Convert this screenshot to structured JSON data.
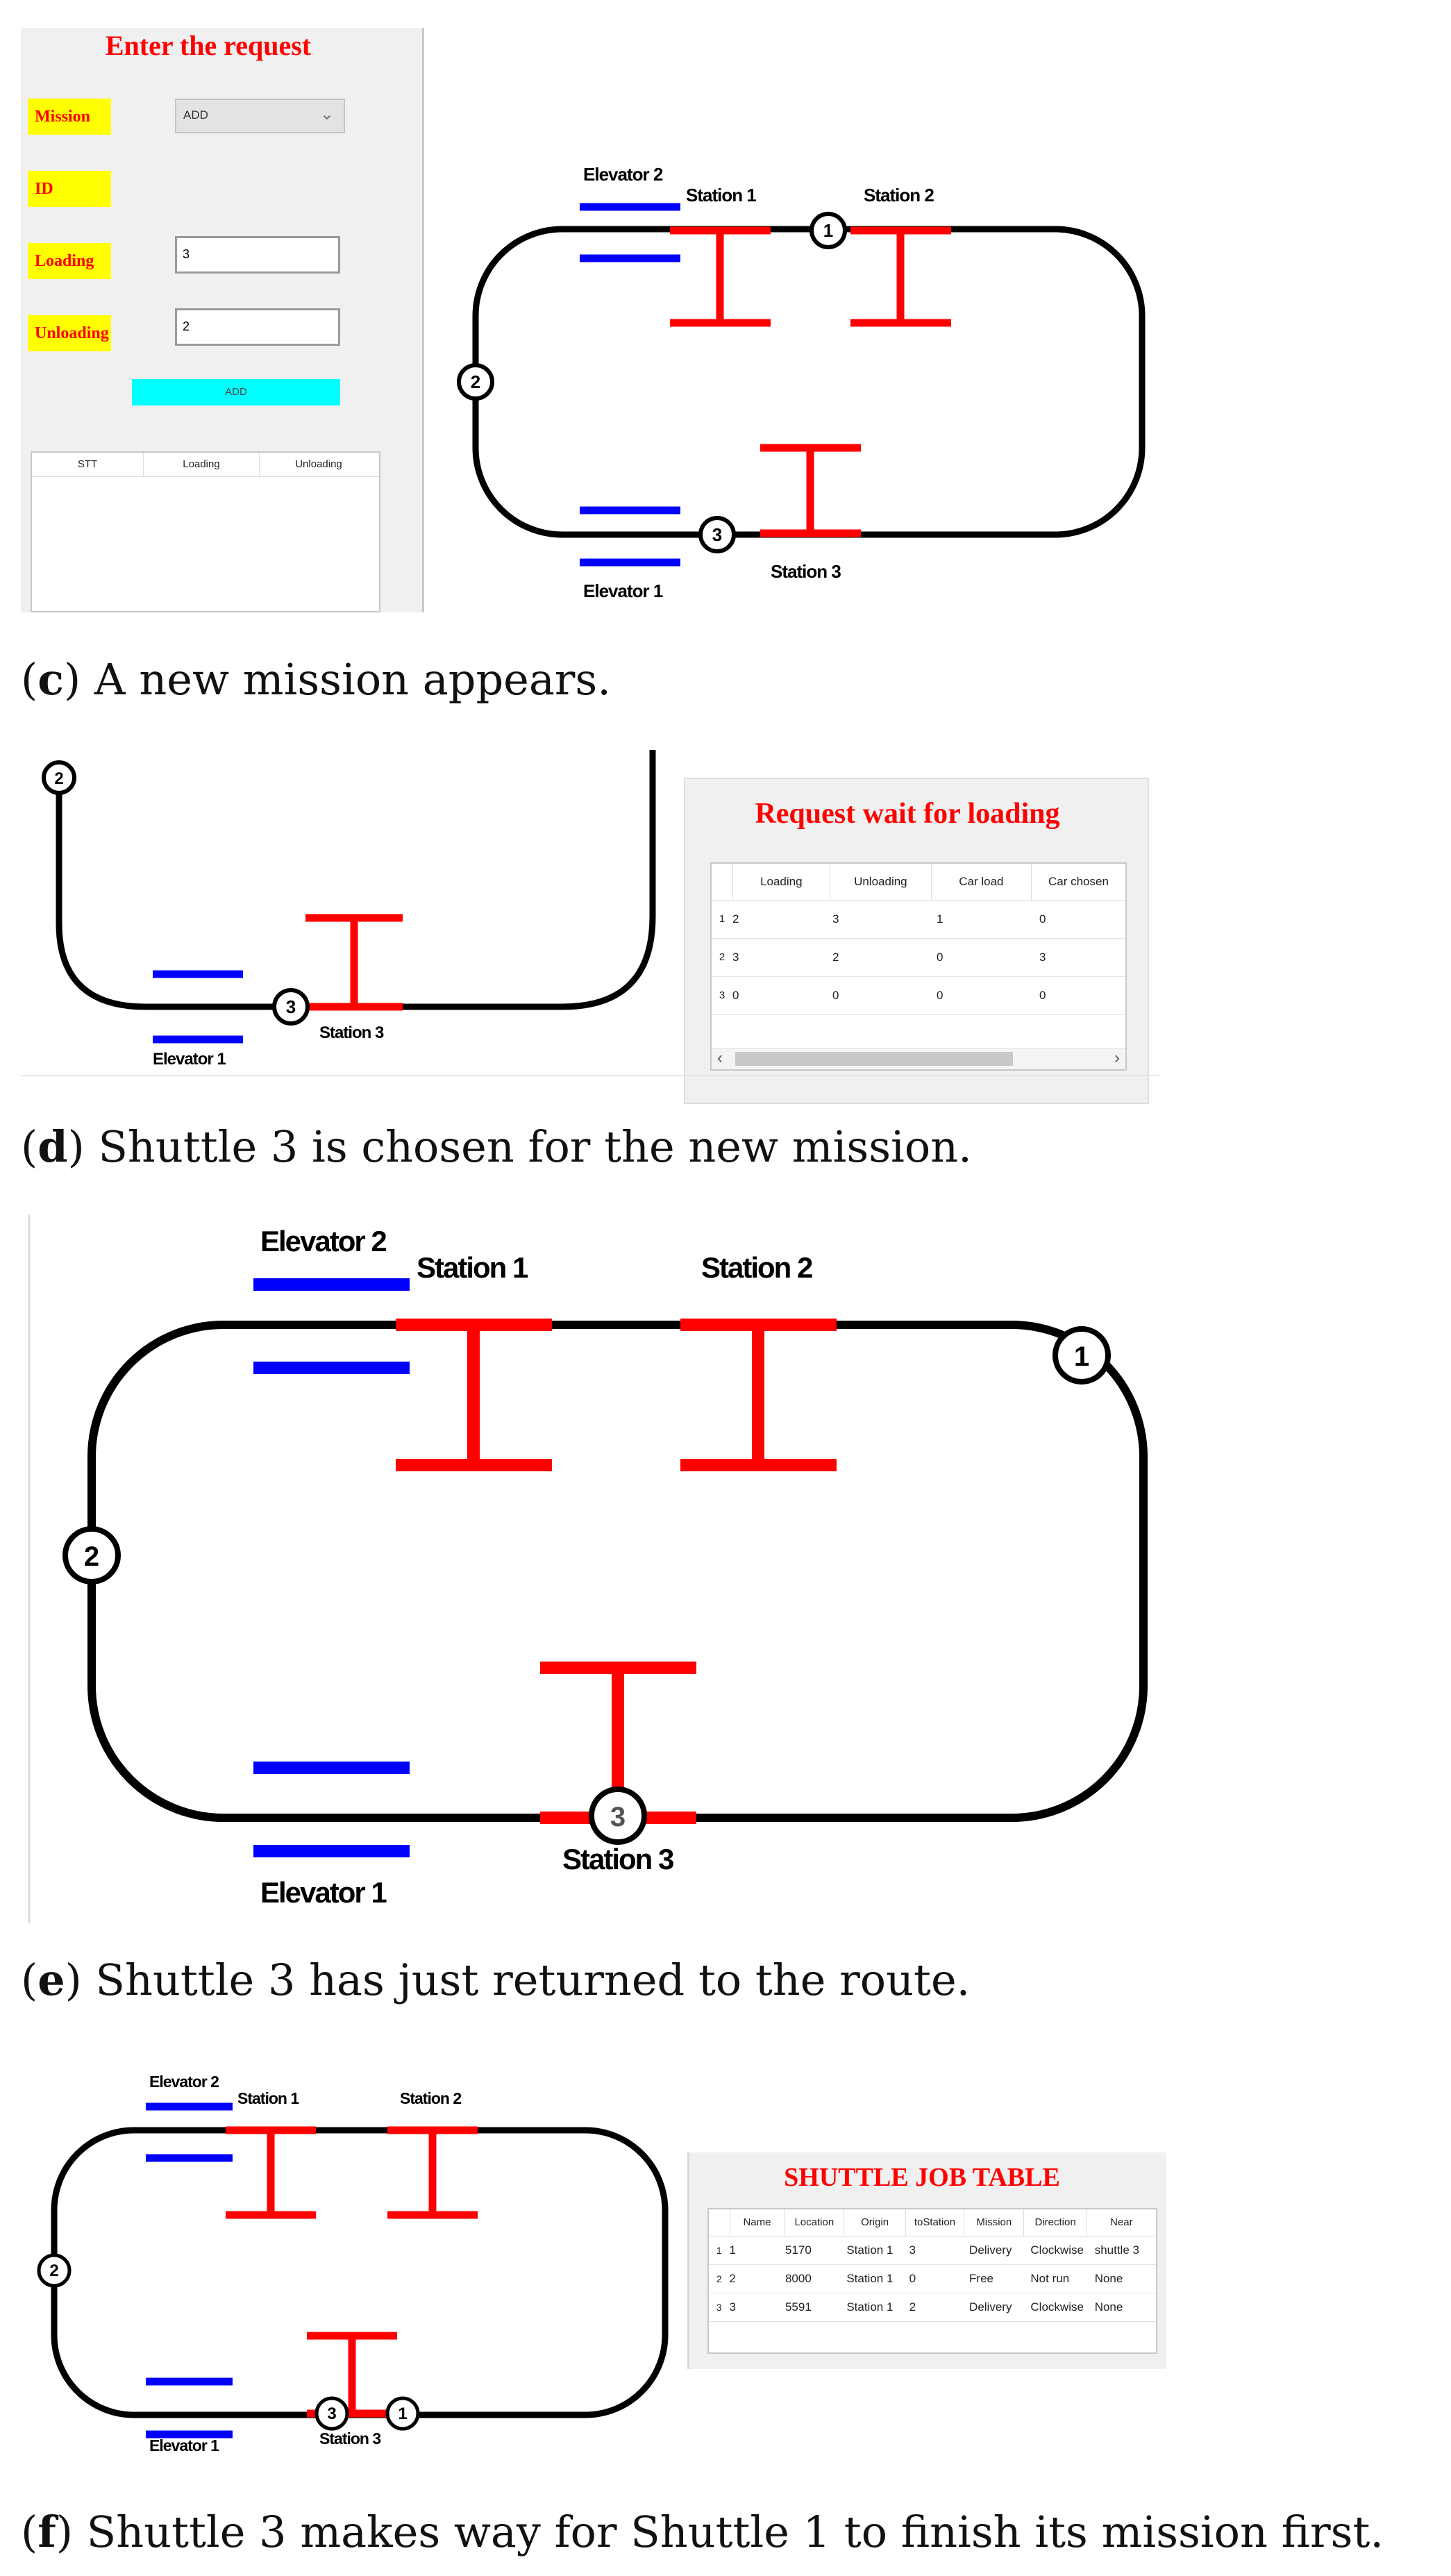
{
  "panel_c": {
    "form_title": "Enter the request",
    "fields": {
      "mission_label": "Mission",
      "mission_value": "ADD",
      "id_label": "ID",
      "loading_label": "Loading",
      "loading_value": "3",
      "unloading_label": "Unloading",
      "unloading_value": "2"
    },
    "add_button": "ADD",
    "table_headers": [
      "STT",
      "Loading",
      "Unloading"
    ],
    "labels": {
      "elevator2": "Elevator 2",
      "elevator1": "Elevator 1",
      "station1": "Station 1",
      "station2": "Station 2",
      "station3": "Station 3",
      "shuttle1": "1",
      "shuttle2": "2",
      "shuttle3": "3"
    },
    "caption_letter": "c",
    "caption_text": ") A new mission appears."
  },
  "panel_d": {
    "labels": {
      "shuttle2": "2",
      "shuttle3": "3",
      "station3": "Station 3",
      "elevator1": "Elevator 1"
    },
    "table_title": "Request wait for loading",
    "headers": [
      "Loading",
      "Unloading",
      "Car load",
      "Car chosen"
    ],
    "rows": [
      {
        "idx": "1",
        "cells": [
          "2",
          "3",
          "1",
          "0"
        ]
      },
      {
        "idx": "2",
        "cells": [
          "3",
          "2",
          "0",
          "3"
        ]
      },
      {
        "idx": "3",
        "cells": [
          "0",
          "0",
          "0",
          "0"
        ]
      }
    ],
    "scroll_left": "‹",
    "scroll_right": "›",
    "caption_letter": "d",
    "caption_text": ") Shuttle 3 is chosen for the new mission."
  },
  "panel_e": {
    "labels": {
      "elevator2": "Elevator 2",
      "elevator1": "Elevator 1",
      "station1": "Station 1",
      "station2": "Station 2",
      "station3": "Station 3",
      "shuttle1": "1",
      "shuttle2": "2",
      "shuttle3": "3"
    },
    "caption_letter": "e",
    "caption_text": ") Shuttle 3 has just returned to the route."
  },
  "panel_f": {
    "labels": {
      "elevator2": "Elevator 2",
      "elevator1": "Elevator 1",
      "station1": "Station 1",
      "station2": "Station 2",
      "station3": "Station 3",
      "shuttle1": "1",
      "shuttle2": "2",
      "shuttle3": "3"
    },
    "table_title": "SHUTTLE JOB TABLE",
    "headers": [
      "Name",
      "Location",
      "Origin",
      "toStation",
      "Mission",
      "Direction",
      "Near"
    ],
    "rows": [
      {
        "idx": "1",
        "cells": [
          "1",
          "5170",
          "Station 1",
          "3",
          "Delivery",
          "Clockwise",
          "shuttle 3"
        ]
      },
      {
        "idx": "2",
        "cells": [
          "2",
          "8000",
          "Station 1",
          "0",
          "Free",
          "Not run",
          "None"
        ]
      },
      {
        "idx": "3",
        "cells": [
          "3",
          "5591",
          "Station 1",
          "2",
          "Delivery",
          "Clockwise",
          "None"
        ]
      }
    ],
    "caption_letter": "f",
    "caption_text": ") Shuttle 3 makes way for Shuttle 1 to finish its mission first."
  },
  "colors": {
    "track": "#000000",
    "station": "#ff0000",
    "elevator": "#0000ff",
    "add_button": "#00ffff",
    "pill": "#ffff00",
    "title_red": "#ff0000"
  }
}
